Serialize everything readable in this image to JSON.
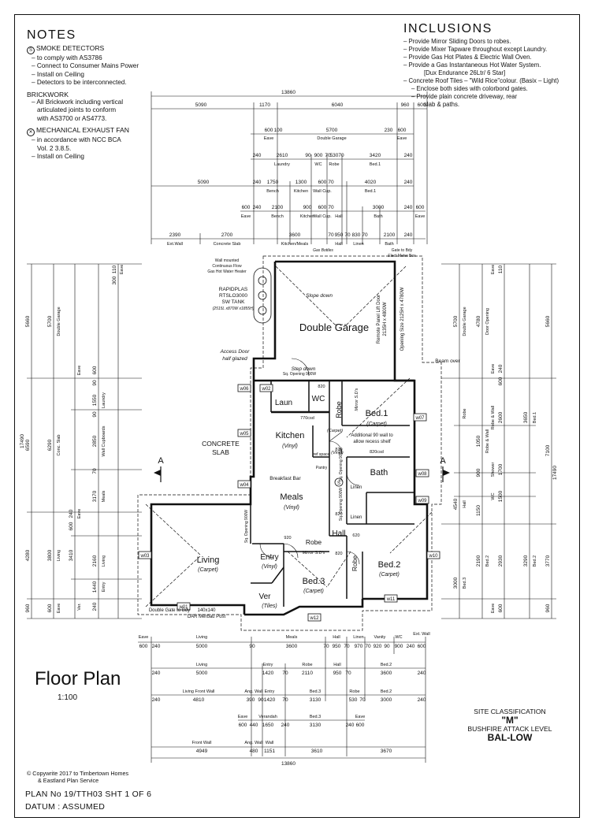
{
  "notes": {
    "heading": "NOTES",
    "smoke": {
      "title": "SMOKE DETECTORS",
      "items": [
        "– to comply with AS3786",
        "– Connect to Consumer Mains Power",
        "– Install on Ceiling",
        "– Detectors to be interconnected."
      ]
    },
    "brick": {
      "title": "BRICKWORK",
      "items": [
        "– All Brickwork including vertical",
        "articulated joints to conform",
        "with AS3700 or AS4773."
      ]
    },
    "fan": {
      "title": "MECHANICAL EXHAUST FAN",
      "items": [
        "– in accordance with NCC BCA",
        "Vol. 2  3.8.5.",
        "– Install on Ceiling"
      ]
    }
  },
  "inclusions": {
    "heading": "INCLUSIONS",
    "items": [
      "– Provide Mirror Sliding Doors to robes.",
      "– Provide Mixer Tapware throughout except Laundry.",
      "– Provide Gas Hot Plates & Electric Wall Oven.",
      "– Provide a Gas Instantaneous Hot Water System.",
      "[Dux Endurance 26Ltr/ 6 Star]",
      "– Concrete Roof Tiles – \"Wild Rice\"colour. (Basix – Light)",
      "– Enclose both sides with colorbond gates.",
      "– Provide plain concrete driveway, rear",
      "slab & paths."
    ]
  },
  "title": "Floor Plan",
  "scale": "1:100",
  "copyright": [
    "© Copywrite 2017 to Timbertown Homes",
    "& Eastland Plan Service"
  ],
  "plan_no": "PLAN No 19/TTH03  SHT 1 OF 6",
  "datum": "DATUM :  ASSUMED",
  "site": {
    "classification_label": "SITE CLASSIFICATION",
    "classification": "\"M\"",
    "bushfire_label": "BUSHFIRE ATTACK LEVEL",
    "bushfire": "BAL-LOW"
  },
  "rooms": {
    "garage": "Double Garage",
    "laun": "Laun",
    "wc": "WC",
    "robe": "Robe",
    "bed1": "Bed.1",
    "bed1_floor": "(Carpet)",
    "kitchen": "Kitchen",
    "kitchen_floor": "(Vinyl)",
    "meals": "Meals",
    "meals_floor": "(Vinyl)",
    "bath": "Bath",
    "living": "Living",
    "living_floor": "(Carpet)",
    "entry": "Entry",
    "entry_floor": "(Vinyl)",
    "bed3": "Bed.3",
    "bed3_floor": "(Carpet)",
    "hall": "Hall",
    "bed2": "Bed.2",
    "bed2_floor": "(Carpet)",
    "ver": "Ver",
    "ver_floor": "(Tiles)",
    "concrete_slab": [
      "CONCRETE",
      "SLAB"
    ]
  },
  "labels": {
    "slope_down": "Slope down",
    "access_door": [
      "Access Door",
      "half glazed"
    ],
    "step_down": "Step down",
    "beam_over": "Beam over",
    "breakfast_bar": "Breakfast Bar",
    "rapidplas": [
      "RAPIDPLAS",
      "RTSLO3000",
      "SW TANK",
      "(2515L x870W x1855H)"
    ],
    "gate": "Double Gate to Bdy",
    "post": [
      "140x140",
      "DAR Merbau Post"
    ],
    "recess": [
      "Additional 90 wall to",
      "allow recess shelf"
    ],
    "garage_door": [
      "Remote Panel Lift Door",
      "2135H x 4800W"
    ],
    "opening": "Opening Size 2125H x 4780W",
    "mirror1": "Mirror S.D's",
    "mirror2": "Mirror S.D's",
    "carpet_robe": "(Carpet)",
    "vinyl_hall": "(Vinyl)",
    "gas_bottles": "Gas Bottles",
    "gate_bdy": "Gate to Bdy",
    "elect_meter": "Elect Meter Box",
    "hot_water": [
      "Wall mounted",
      "Continuous Flow",
      "Gas Hot Water Heater"
    ]
  },
  "top_dims": {
    "overall": "13860",
    "row1": [
      "5090",
      "1170",
      "6040",
      "960",
      "600"
    ],
    "row2": [
      "600",
      "100",
      "5700",
      "230",
      "600"
    ],
    "row2_labels": [
      "Eave",
      "Double Garage",
      "Eave"
    ],
    "row3": [
      "240",
      "2610",
      "90",
      "900",
      "70",
      "530",
      "70",
      "3420",
      "240"
    ],
    "row3_labels": [
      "Laundry",
      "WC",
      "Robe",
      "Bed.1"
    ],
    "row4": [
      "5090",
      "240",
      "1750",
      "1300",
      "600",
      "70",
      "4020",
      "240"
    ],
    "row4_labels": [
      "Bench",
      "Kitchen",
      "Wall Cup.",
      "Bed.1"
    ],
    "row5": [
      "600",
      "240",
      "2100",
      "900",
      "600",
      "70",
      "3000",
      "240",
      "600"
    ],
    "row5_labels": [
      "Eave",
      "Bench",
      "Kitchen",
      "Wall Cup.",
      "Hall",
      "Bath",
      "Eave"
    ],
    "row6": [
      "2390",
      "2700",
      "3600",
      "70",
      "950",
      "70",
      "830",
      "70",
      "2100",
      "240"
    ],
    "row6_labels": [
      "Ext.Wall",
      "Concrete Slab",
      "Kitchen/Meals",
      "Hall",
      "Linen",
      "Bath"
    ]
  },
  "bottom_dims": {
    "overall": "13860",
    "row1": [
      "600",
      "240",
      "5000",
      "90",
      "3600",
      "70",
      "950",
      "70",
      "970",
      "70",
      "920",
      "90",
      "900",
      "240",
      "600"
    ],
    "row1_labels": [
      "Eave",
      "Living",
      "Meals",
      "Hall",
      "Linen",
      "Vanity",
      "WC",
      "Ext. Wall"
    ],
    "row2": [
      "240",
      "5000",
      "1420",
      "70",
      "2110",
      "950",
      "70",
      "3600",
      "240"
    ],
    "row2_labels": [
      "Living",
      "Entry",
      "Robe",
      "Hall",
      "Bed.2"
    ],
    "row3": [
      "240",
      "4810",
      "390",
      "90",
      "1420",
      "70",
      "3130",
      "530",
      "70",
      "3000",
      "240"
    ],
    "row3_labels": [
      "Living Front Wall",
      "Ang. Wall",
      "Entry",
      "Bed.3",
      "Robe",
      "Bed.2"
    ],
    "row4": [
      "600",
      "440",
      "1650",
      "240",
      "3130",
      "240",
      "600"
    ],
    "row4_labels": [
      "Eave",
      "Verandah",
      "Bed.3",
      "Eave"
    ],
    "row5": [
      "4949",
      "480",
      "1151",
      "3610",
      "3670"
    ],
    "row5_labels": [
      "Front Wall",
      "Ang. Wall",
      "Wall"
    ]
  },
  "left_dims": {
    "overall": "17490",
    "col1": [
      "5660",
      "6590",
      "4280",
      "960"
    ],
    "col2": [
      "5700",
      "6290",
      "3800",
      "600"
    ],
    "col2_labels": [
      "Double Garage",
      "Conc. Slab",
      "Living",
      "Eave"
    ],
    "col3": [
      "110",
      "300",
      "600",
      "90",
      "1550",
      "90",
      "2850",
      "70",
      "3170",
      "240",
      "600",
      "3410",
      "2160",
      "1440",
      "240"
    ],
    "col3_labels": [
      "Eave",
      "Eave",
      "Laundry",
      "Wall Cupboards",
      "Meals",
      "Eave",
      "Living",
      "Entry",
      "Ver."
    ]
  },
  "right_dims": {
    "overall": "17490",
    "col1": [
      "5660",
      "7100",
      "3770",
      "960"
    ],
    "col2": [
      "110",
      "5700",
      "4780",
      "240",
      "600",
      "3650",
      "2600",
      "1700",
      "1500",
      "3290",
      "2930",
      "600"
    ],
    "col2_labels": [
      "Eave",
      "Double Garage",
      "Door Opening",
      "Eave",
      "Robe & Wall",
      "Bed.1",
      "Shower",
      "WC",
      "Bed.2",
      "Eave"
    ],
    "col3": [
      "4540",
      "1050",
      "900",
      "1150",
      "2190",
      "3000"
    ],
    "col3_labels": [
      "Robe",
      "Robe & Wall",
      "Hall",
      "Bed.2",
      "Bed.3"
    ]
  },
  "windows": [
    "w01",
    "w02",
    "w03",
    "w04",
    "w05",
    "w06",
    "w07",
    "w08",
    "w09",
    "w10",
    "w11",
    "w12"
  ],
  "small_labels": [
    "820",
    "770csd",
    "820csd",
    "820",
    "820",
    "920",
    "820",
    "620",
    "Linen",
    "Linen",
    "Pantry",
    "ref space",
    "Sq. Opening 900W",
    "Sq. Opening 900W",
    "Sq. Opening 900W",
    "Sq. Opening 900W"
  ],
  "section_marks": [
    "A",
    "A"
  ]
}
